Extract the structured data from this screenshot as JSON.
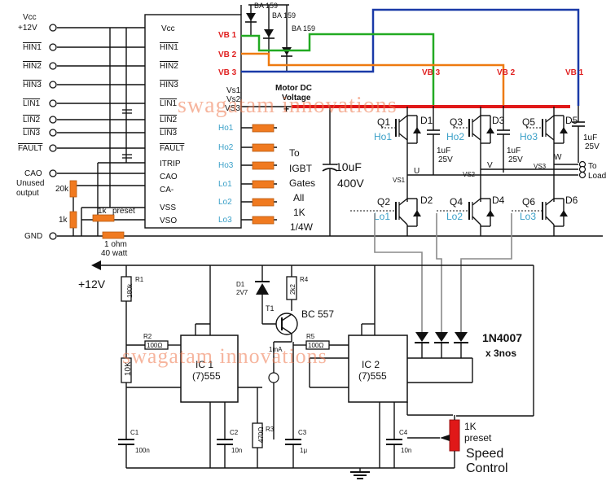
{
  "left_pins": {
    "vcc": "Vcc",
    "vcc_v": "+12V",
    "hin1": "HIN1",
    "hin2": "HIN2",
    "hin3": "HIN3",
    "lin1": "LIN1",
    "lin2": "LIN2",
    "lin3": "LIN3",
    "fault": "FAULT",
    "cao": "CAO",
    "unused": "Unused",
    "output": "output",
    "gnd": "GND"
  },
  "ic_pins": {
    "vcc": "Vcc",
    "hin1": "HIN1",
    "hin2": "HIN2",
    "hin3": "HIN3",
    "lin1": "LIN1",
    "lin2": "LIN2",
    "lin3": "LIN3",
    "fault": "FAULT",
    "itrip": "ITRIP",
    "cao": "CAO",
    "ca": "CA-",
    "vss": "VSS",
    "vso": "VSO",
    "vs1": "Vs1",
    "vs2": "Vs2",
    "vs3": "VS3"
  },
  "vb_labels": {
    "vb1": "VB 1",
    "vb2": "VB 2",
    "vb3": "VB 3",
    "vb3r": "VB 3",
    "vb2r": "VB 2",
    "vb1r": "VB 1"
  },
  "diodes": {
    "d1": "BA 159",
    "d2": "BA 159",
    "d3": "BA 159"
  },
  "motor": {
    "line1": "Motor DC",
    "line2": "Voltage",
    "plus": "+"
  },
  "gate_outputs": [
    "Ho1",
    "Ho2",
    "Ho3",
    "Lo1",
    "Lo2",
    "Lo3"
  ],
  "gate_note": [
    "To",
    "IGBT",
    "Gates",
    "All",
    "1K",
    "1/4W"
  ],
  "bulk_cap": {
    "value": "10uF",
    "voltage": "400V"
  },
  "watermark": "swagatam innovations",
  "upper_components": {
    "q1": "Q1",
    "q3": "Q3",
    "q5": "Q5",
    "d1": "D1",
    "d3": "D3",
    "d5": "D5",
    "ho1": "Ho1",
    "ho2": "Ho2",
    "ho3": "Ho3",
    "c1": "1uF",
    "c1v": "25V",
    "c2": "1uF",
    "c2v": "25V",
    "c3": "1uF",
    "c3v": "25V",
    "u": "U",
    "v": "V",
    "w": "W",
    "vs1": "VS1",
    "vs2": "VS2",
    "vs3": "VS3",
    "to": "To",
    "load": "Load"
  },
  "lower_components": {
    "q2": "Q2",
    "q4": "Q4",
    "q6": "Q6",
    "d2": "D2",
    "d4": "D4",
    "d6": "D6",
    "lo1": "Lo1",
    "lo2": "Lo2",
    "lo3": "Lo3"
  },
  "left_passives": {
    "r20k": "20k",
    "r1k": "1k",
    "r1k_preset": "1k",
    "preset": "preset",
    "shunt1": "1 ohm",
    "shunt2": "40 watt"
  },
  "bottom": {
    "v12": "+12V",
    "r1": "R1",
    "r1v": "180k",
    "r2": "R2",
    "r2v": "100Ω",
    "pot": "10K",
    "d1": "D1",
    "d1v": "2V7",
    "r4": "R4",
    "r4v": "2k2",
    "t1": "T1",
    "t1v": "BC 557",
    "r5": "R5",
    "r5v": "100Ω",
    "ma": "1mA",
    "ic1": "IC 1",
    "ic1v": "(7)555",
    "ic2": "IC 2",
    "ic2v": "(7)555",
    "c1": "C1",
    "c1v": "100n",
    "c2": "C2",
    "c2v": "10n",
    "r3": "R3",
    "r3v": "470Ω",
    "c3": "C3",
    "c3v": "1μ",
    "c4": "C4",
    "c4v": "10n",
    "diodes": "1N4007",
    "diodes_n": "x 3nos",
    "preset": "1K",
    "preset2": "preset",
    "speed1": "Speed",
    "speed2": "Control"
  }
}
